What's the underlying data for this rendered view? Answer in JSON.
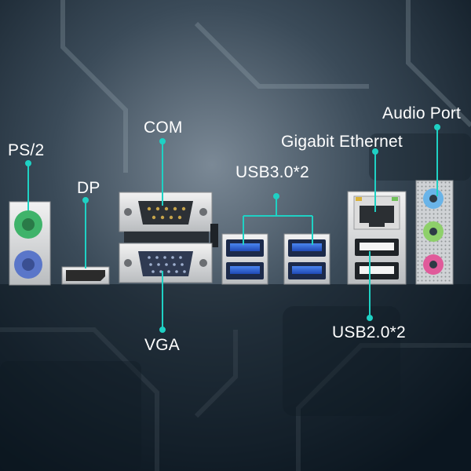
{
  "labels": {
    "ps2": "PS/2",
    "dp": "DP",
    "com": "COM",
    "vga": "VGA",
    "usb3": "USB3.0*2",
    "gigabit": "Gigabit Ethernet",
    "audio": "Audio Port",
    "usb2": "USB2.0*2"
  },
  "colors": {
    "callout": "#1fd1c4",
    "ps2_keyboard": "#3fb36a",
    "ps2_mouse": "#5a76c9",
    "usb3": "#2f63d6",
    "audio_blue": "#6ab4e8",
    "audio_green": "#8ed06a",
    "audio_pink": "#e05a9a"
  }
}
